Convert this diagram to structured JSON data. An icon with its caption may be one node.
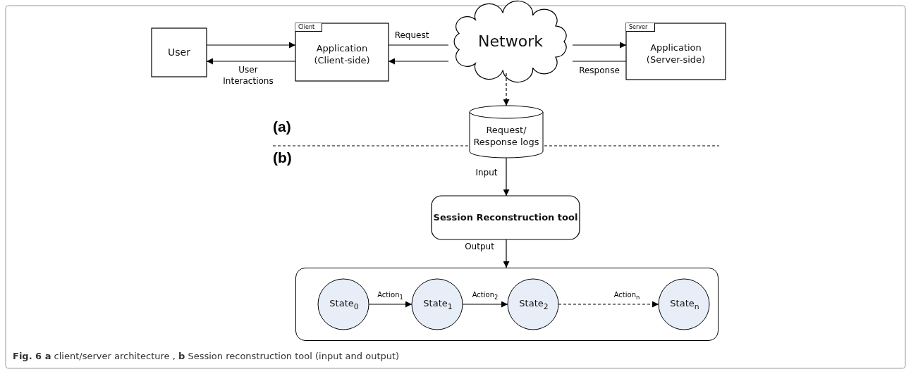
{
  "diagram": {
    "caption": "**Fig. 6 a** client/server architecture , **b** Session reconstruction tool (input and output)",
    "nodes": [
      {
        "text": [
          "User"
        ]
      },
      {
        "text": [
          "Client",
          "Application (Client-side)"
        ]
      },
      {
        "text": [
          "Network"
        ]
      },
      {
        "text": [
          "Server",
          "Application (Server-side)"
        ]
      },
      {
        "text": [
          "Request/ Response logs"
        ]
      },
      {
        "text": [
          "Session Reconstruction tool"
        ]
      },
      {
        "text": [],
        "shape": "box"
      },
      {
        "text": [
          "State$_{0}$"
        ],
        "in": 6
      },
      {
        "text": [
          "State$_{1}$"
        ],
        "in": 6
      },
      {
        "text": [
          "State$_{2}$"
        ],
        "in": 6
      },
      {
        "text": [
          "State$_{n}$"
        ],
        "in": 6
      }
    ],
    "edges": [
      {
        "from": 0,
        "to": 1,
        "arrow": "to"
      },
      {
        "from": 1,
        "to": 0,
        "arrow": "to",
        "label": "User Interactions"
      },
      {
        "from": 1,
        "to": 2,
        "arrow": "none",
        "label": "Request"
      },
      {
        "from": 2,
        "to": 1,
        "arrow": "to"
      },
      {
        "from": 2,
        "to": 3,
        "arrow": "to"
      },
      {
        "from": 3,
        "to": 2,
        "arrow": "none",
        "label": "Response"
      },
      {
        "from": 2,
        "to": 4,
        "arrow": "to",
        "style": "dashed"
      },
      {
        "from": 4,
        "to": 5,
        "arrow": "to",
        "label": "Input"
      },
      {
        "from": 5,
        "to": 6,
        "arrow": "to",
        "label": "Output"
      },
      {
        "from": 7,
        "to": 8,
        "arrow": "to",
        "label": "Action$_{1}$"
      },
      {
        "from": 8,
        "to": 9,
        "arrow": "to",
        "label": "Action$_{2}$"
      },
      {
        "from": 9,
        "to": 10,
        "arrow": "to",
        "style": "dashed",
        "label": "Action$_{n}$"
      }
    ],
    "labels": [
      "(a)",
      "(b)"
    ]
  }
}
